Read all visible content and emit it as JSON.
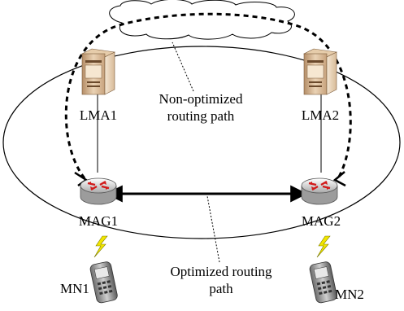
{
  "nodes": {
    "lma1": "LMA1",
    "lma2": "LMA2",
    "mag1": "MAG1",
    "mag2": "MAG2",
    "mn1": "MN1",
    "mn2": "MN2"
  },
  "paths": {
    "non_optimized_line1": "Non-optimized",
    "non_optimized_line2": "routing path",
    "optimized_line1": "Optimized routing",
    "optimized_line2": "path"
  }
}
